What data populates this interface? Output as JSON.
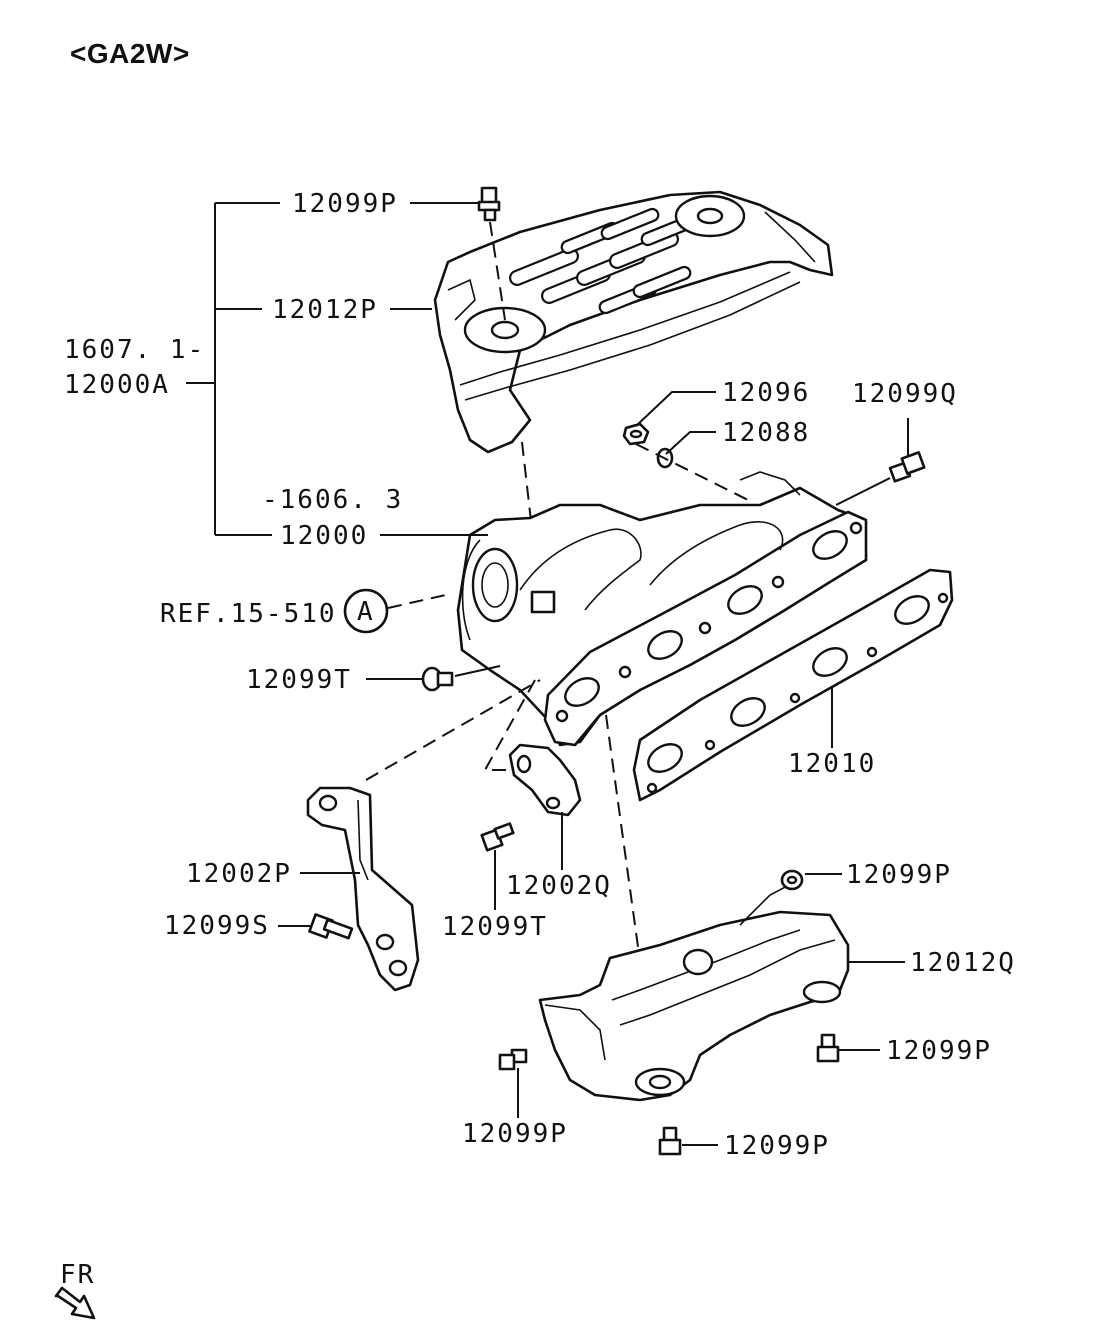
{
  "header": {
    "model_code": "<GA2W>"
  },
  "labels": {
    "p12099P_top": "12099P",
    "p12012P": "12012P",
    "range_upper": "1607. 1-",
    "p12000A": "12000A",
    "range_lower": "-1606. 3",
    "p12000": "12000",
    "ref": "REF.15-510",
    "ref_circle": "A",
    "p12096": "12096",
    "p12088": "12088",
    "p12099Q": "12099Q",
    "p12099T_left": "12099T",
    "p12010": "12010",
    "p12002P": "12002P",
    "p12099S": "12099S",
    "p12099T_mid": "12099T",
    "p12002Q": "12002Q",
    "p12099P_right": "12099P",
    "p12012Q": "12012Q",
    "p12099P_lowright": "12099P",
    "p12099P_bottomleft": "12099P",
    "p12099P_bottom": "12099P"
  },
  "direction": {
    "label": "FR",
    "icon": "front-direction-arrow-icon"
  }
}
